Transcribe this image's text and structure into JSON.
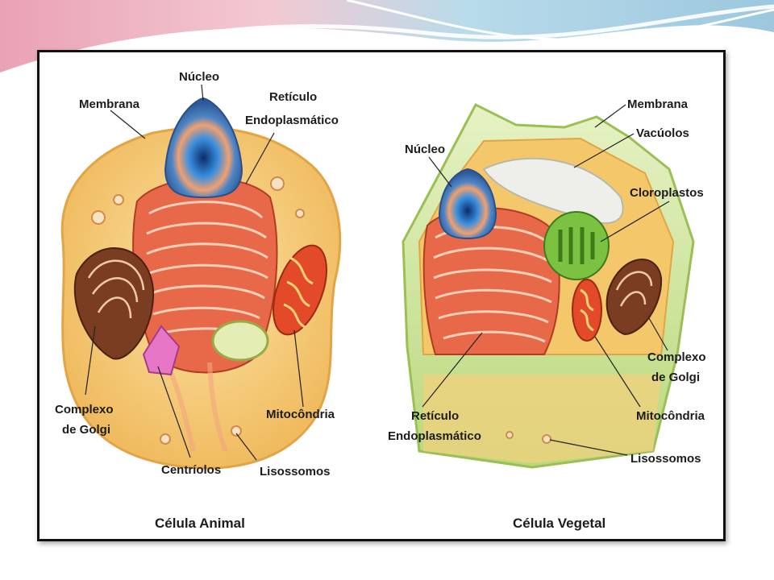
{
  "animal_cell": {
    "caption": "Célula Animal",
    "labels": {
      "nucleo": "Núcleo",
      "membrana": "Membrana",
      "reticulo_1": "Retículo",
      "reticulo_2": "Endoplasmático",
      "golgi_1": "Complexo",
      "golgi_2": "de Golgi",
      "mitocondria": "Mitocôndria",
      "centriolos": "Centríolos",
      "lisossomos": "Lisossomos"
    }
  },
  "plant_cell": {
    "caption": "Célula Vegetal",
    "labels": {
      "membrana": "Membrana",
      "vacuolos": "Vacúolos",
      "nucleo": "Núcleo",
      "cloroplastos": "Cloroplastos",
      "golgi_1": "Complexo",
      "golgi_2": "de Golgi",
      "reticulo_1": "Retículo",
      "reticulo_2": "Endoplasmático",
      "mitocondria": "Mitocôndria",
      "lisossomos": "Lisossomos"
    }
  },
  "colors": {
    "slide_wave_blue": "#9fcbe0",
    "slide_wave_pink": "#e5a6b6",
    "cytoplasm": "#f6cc6c",
    "nucleus": "#4f86c6",
    "reticulum": "#de5a3a",
    "golgi": "#7a3d22",
    "chloroplast": "#7cc242",
    "cell_wall": "#cde39a"
  }
}
